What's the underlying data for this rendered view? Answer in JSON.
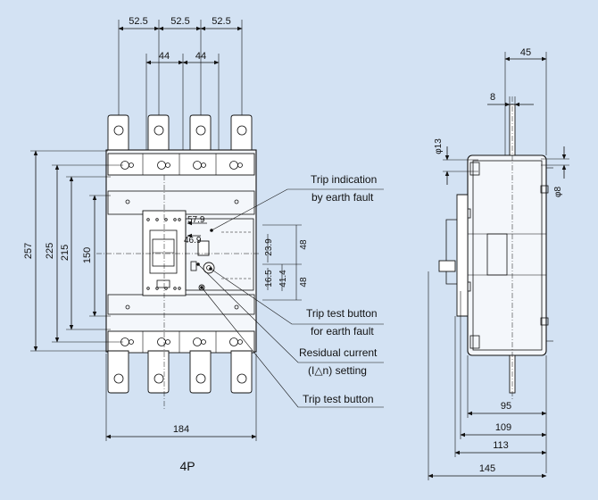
{
  "caption": "4P",
  "front_view": {
    "top_dims": [
      "52.5",
      "52.5",
      "52.5"
    ],
    "pitch_dims": [
      "44",
      "44"
    ],
    "height_dims": [
      "257",
      "225",
      "215",
      "150"
    ],
    "width_dim": "184",
    "inner_dims": {
      "d57_9": "57.9",
      "d46_9": "46.9",
      "d23_9": "23.9",
      "d16_5": "16.5",
      "d41_4": "41.4",
      "d48_a": "48",
      "d48_b": "48"
    }
  },
  "callouts": {
    "trip_indication": [
      "Trip indication",
      "by earth fault"
    ],
    "trip_test_earth": [
      "Trip test button",
      "for earth fault"
    ],
    "residual_current": [
      "Residual current",
      "(I△n) setting"
    ],
    "trip_test": "Trip test button"
  },
  "side_view": {
    "dim_45": "45",
    "dim_8_top": "8",
    "dia_13": "φ13",
    "dia_8": "φ8",
    "depth_dims": [
      "95",
      "109",
      "113",
      "145"
    ]
  }
}
